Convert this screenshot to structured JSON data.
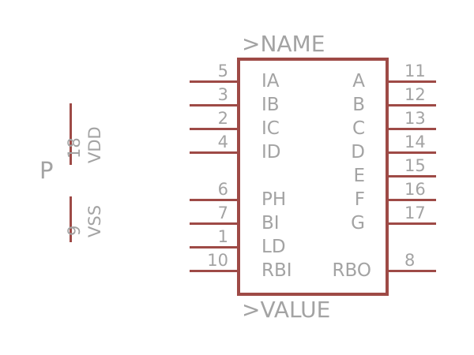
{
  "symbol": {
    "name_tag": ">NAME",
    "value_tag": ">VALUE",
    "accent_color": "#9e4a46",
    "text_color": "#a3a3a3"
  },
  "power": {
    "letter": "P",
    "vdd": {
      "number": "18",
      "label": "VDD"
    },
    "vss": {
      "number": "9",
      "label": "VSS"
    }
  },
  "pins": {
    "left_top": [
      {
        "number": "5",
        "label": "IA"
      },
      {
        "number": "3",
        "label": "IB"
      },
      {
        "number": "2",
        "label": "IC"
      },
      {
        "number": "4",
        "label": "ID"
      }
    ],
    "left_bottom": [
      {
        "number": "6",
        "label": "PH"
      },
      {
        "number": "7",
        "label": "BI"
      },
      {
        "number": "1",
        "label": "LD"
      },
      {
        "number": "10",
        "label": "RBI"
      }
    ],
    "right_top": [
      {
        "number": "11",
        "label": "A"
      },
      {
        "number": "12",
        "label": "B"
      },
      {
        "number": "13",
        "label": "C"
      },
      {
        "number": "14",
        "label": "D"
      },
      {
        "number": "15",
        "label": "E"
      },
      {
        "number": "16",
        "label": "F"
      },
      {
        "number": "17",
        "label": "G"
      }
    ],
    "right_bottom": [
      {
        "number": "8",
        "label": "RBO"
      }
    ]
  }
}
